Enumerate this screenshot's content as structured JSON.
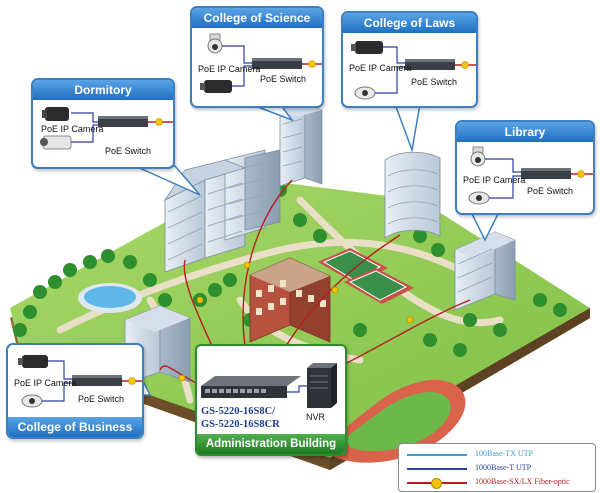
{
  "callouts": {
    "dormitory": {
      "title": "Dormitory",
      "camera_label": "PoE IP Camera",
      "switch_label": "PoE Switch"
    },
    "science": {
      "title": "College of Science",
      "camera_label": "PoE IP Camera",
      "switch_label": "PoE Switch"
    },
    "laws": {
      "title": "College of Laws",
      "camera_label": "PoE IP Camera",
      "switch_label": "PoE Switch"
    },
    "library": {
      "title": "Library",
      "camera_label": "PoE IP Camera",
      "switch_label": "PoE Switch"
    },
    "business": {
      "title": "College of Business",
      "camera_label": "PoE IP Camera",
      "switch_label": "PoE Switch"
    }
  },
  "admin": {
    "title": "Administration Building",
    "model_line1": "GS-5220-16S8C/",
    "model_line2": "GS-5220-16S8CR",
    "nvr_label": "NVR"
  },
  "legend": {
    "items": [
      {
        "label": "100Base-TX UTP",
        "color": "#3a9bdc"
      },
      {
        "label": "1000Base-T UTP",
        "color": "#2a3f9e"
      },
      {
        "label": "1000Base-SX/LX Fiber-optic",
        "color": "#b32020"
      }
    ]
  }
}
